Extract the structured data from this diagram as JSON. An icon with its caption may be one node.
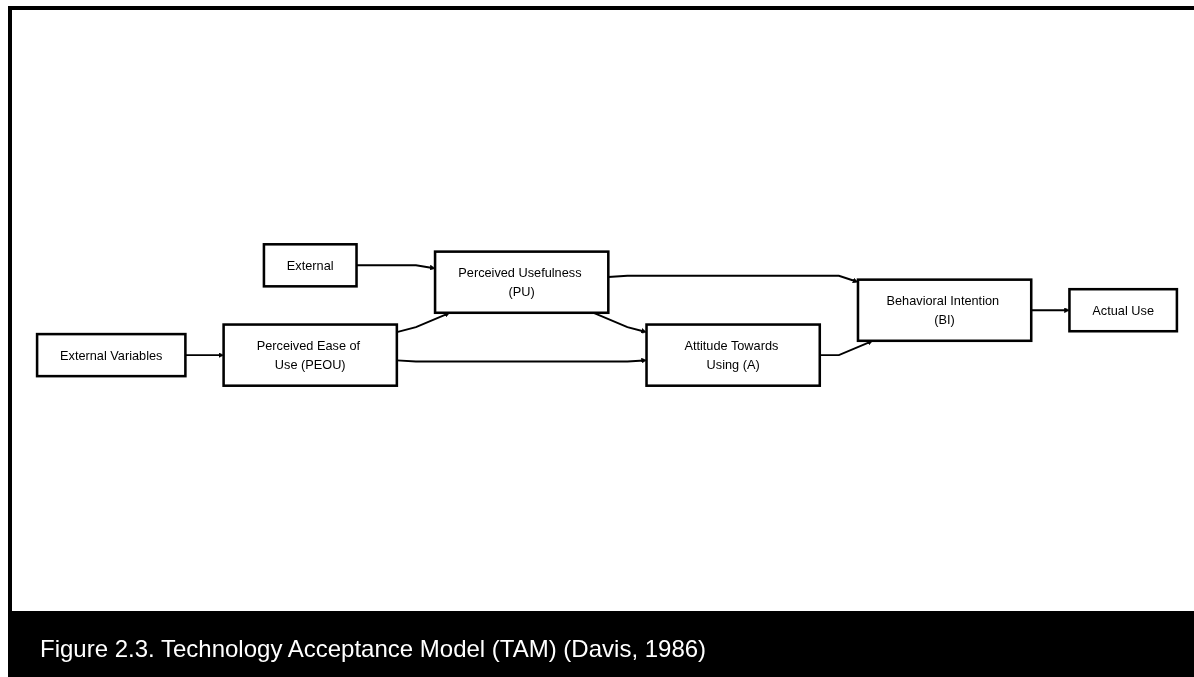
{
  "diagram": {
    "caption": "Figure 2.3. Technology Acceptance Model (TAM) (Davis, 1986)",
    "nodes": [
      {
        "text": [
          "External"
        ]
      },
      {
        "text": [
          "Perceived Usefulness (PU)"
        ]
      },
      {
        "text": [
          "External Variables"
        ]
      },
      {
        "text": [
          "Perceived Ease of Use (PEOU)"
        ]
      },
      {
        "text": [
          "Attitude Towards Using (A)"
        ]
      },
      {
        "text": [
          "Behavioral Intention (BI)"
        ]
      },
      {
        "text": [
          "Actual Use"
        ]
      }
    ],
    "edges": [
      {
        "from": 0,
        "to": 1,
        "arrow": "to"
      },
      {
        "from": 2,
        "to": 3,
        "arrow": "to"
      },
      {
        "from": 3,
        "to": 1,
        "arrow": "to"
      },
      {
        "from": 1,
        "to": 4,
        "arrow": "to"
      },
      {
        "from": 3,
        "to": 4,
        "arrow": "to"
      },
      {
        "from": 1,
        "to": 5,
        "arrow": "to"
      },
      {
        "from": 4,
        "to": 5,
        "arrow": "to"
      },
      {
        "from": 5,
        "to": 6,
        "arrow": "to"
      }
    ]
  }
}
